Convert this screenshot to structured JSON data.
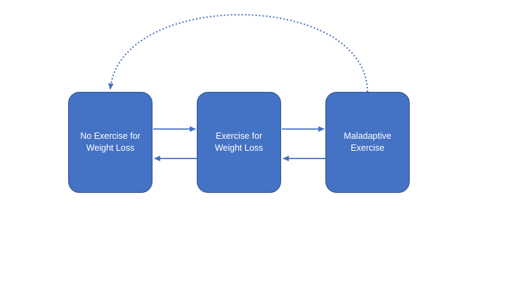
{
  "diagram": {
    "nodes": [
      {
        "id": "no-exercise",
        "label": "No Exercise for\nWeight Loss"
      },
      {
        "id": "exercise",
        "label": "Exercise for\nWeight Loss"
      },
      {
        "id": "maladaptive",
        "label": "Maladaptive\nExercise"
      }
    ],
    "edges": [
      {
        "from": "no-exercise",
        "to": "exercise",
        "style": "solid"
      },
      {
        "from": "exercise",
        "to": "no-exercise",
        "style": "solid"
      },
      {
        "from": "exercise",
        "to": "maladaptive",
        "style": "solid"
      },
      {
        "from": "maladaptive",
        "to": "exercise",
        "style": "solid"
      },
      {
        "from": "maladaptive",
        "to": "no-exercise",
        "style": "dotted"
      }
    ],
    "colors": {
      "node_fill": "#4472c4",
      "node_border": "#2f528f",
      "arrow": "#4472c4",
      "text": "#ffffff"
    }
  }
}
